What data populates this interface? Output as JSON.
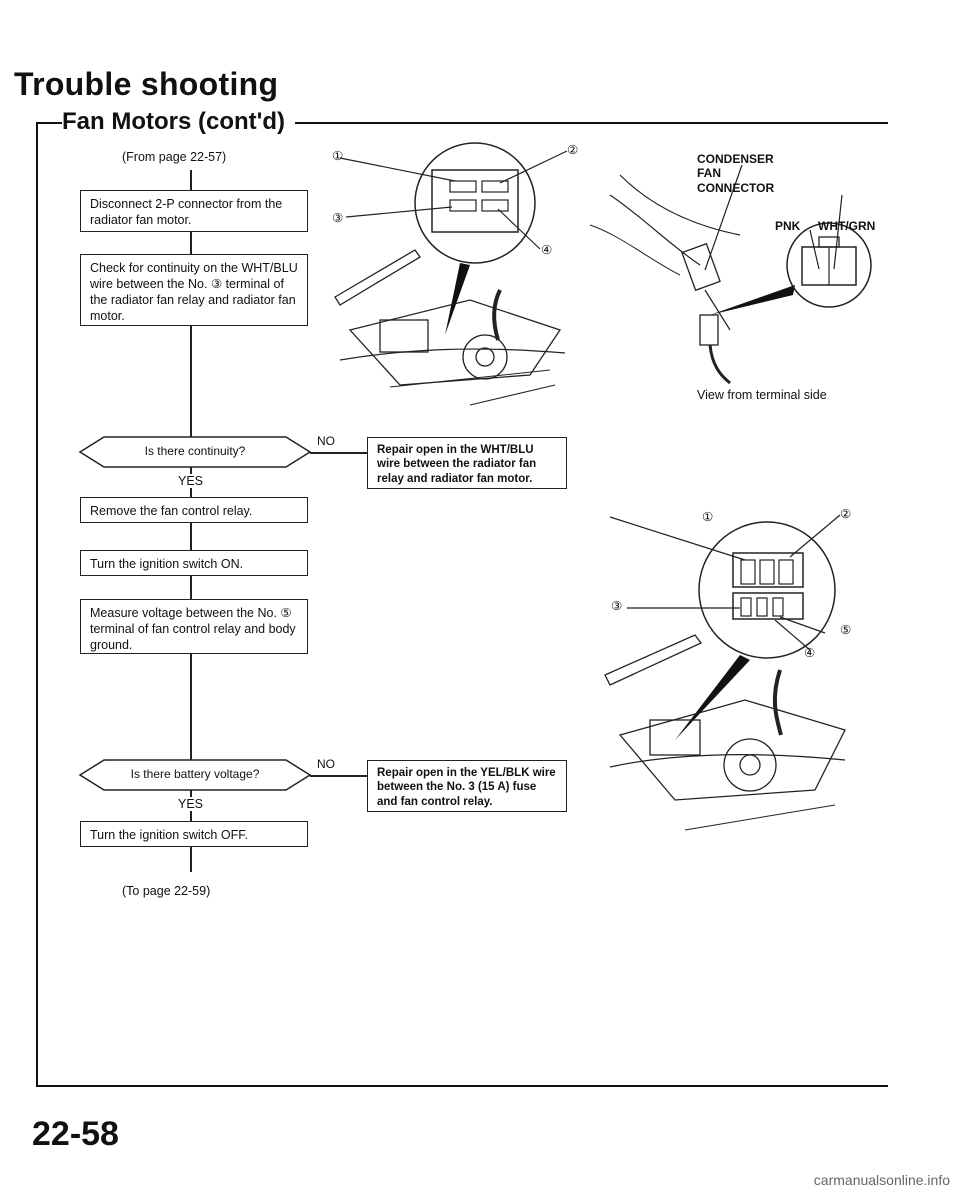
{
  "header": {
    "title": "Trouble shooting",
    "subtitle": "Fan Motors (cont'd)"
  },
  "flow": {
    "from_page": "(From page 22-57)",
    "to_page": "(To page 22-59)",
    "step1": "Disconnect 2-P connector from the radiator fan motor.",
    "step2": "Check for continuity on the WHT/BLU wire between the No. ③ terminal of the radiator fan relay and radiator fan motor.",
    "q1": "Is there continuity?",
    "q1_no": "NO",
    "q1_no_action": "Repair open in the WHT/BLU wire between the radiator fan relay and radiator fan motor.",
    "q1_yes": "YES",
    "step3": "Remove the fan control relay.",
    "step4": "Turn the ignition switch ON.",
    "step5": "Measure voltage between the No. ⑤ terminal of fan control relay and body ground.",
    "q2": "Is there battery voltage?",
    "q2_no": "NO",
    "q2_no_action": "Repair open in the YEL/BLK wire between the No. 3 (15 A) fuse and fan control relay.",
    "q2_yes": "YES",
    "step6": "Turn the ignition switch OFF."
  },
  "figures": {
    "relay1_terminals": [
      "①",
      "②",
      "③",
      "④"
    ],
    "condenser_label": "CONDENSER FAN CONNECTOR",
    "wire_pnk": "PNK",
    "wire_wht_grn": "WHT/GRN",
    "view_caption": "View from terminal side",
    "relay2_terminals": [
      "①",
      "②",
      "③",
      "④",
      "⑤"
    ]
  },
  "footer": {
    "page_number": "22-58",
    "watermark": "carmanualsonline.info"
  }
}
